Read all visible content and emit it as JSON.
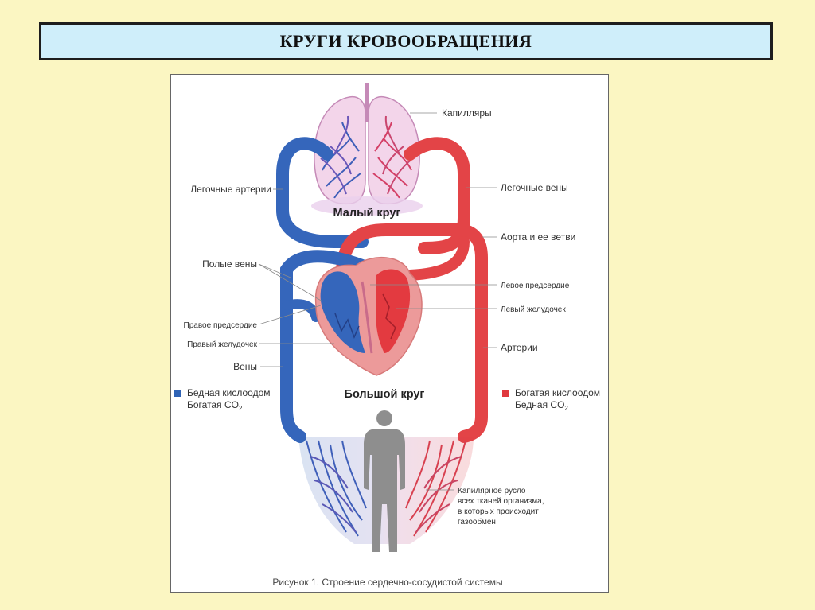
{
  "slide": {
    "title": "КРУГИ КРОВООБРАЩЕНИЯ"
  },
  "figure": {
    "labels": {
      "capillaries": "Капилляры",
      "pulmonary_arteries": "Легочные артерии",
      "pulmonary_veins": "Легочные вены",
      "small_circle": "Малый круг",
      "aorta": "Аорта и ее ветви",
      "vena_cava": "Полые вены",
      "left_atrium": "Левое предсердие",
      "left_ventricle": "Левый желудочек",
      "right_atrium": "Правое предсердие",
      "right_ventricle": "Правый желудочек",
      "arteries": "Артерии",
      "veins": "Вены",
      "big_circle": "Большой круг",
      "capillary_bed_line1": "Капилярное русло",
      "capillary_bed_line2": "всех тканей организма,",
      "capillary_bed_line3": "в которых происходит",
      "capillary_bed_line4": "газообмен"
    },
    "legend": {
      "poor": {
        "line1": "Бедная кислоодом",
        "line2_prefix": "Богатая CO",
        "line2_sub": "2",
        "color": "#2f63b5"
      },
      "rich": {
        "line1": "Богатая кислоодом",
        "line2_prefix": "Бедная CO",
        "line2_sub": "2",
        "color": "#e0383e"
      }
    },
    "caption": "Рисунок 1. Строение сердечно-сосудистой системы"
  }
}
